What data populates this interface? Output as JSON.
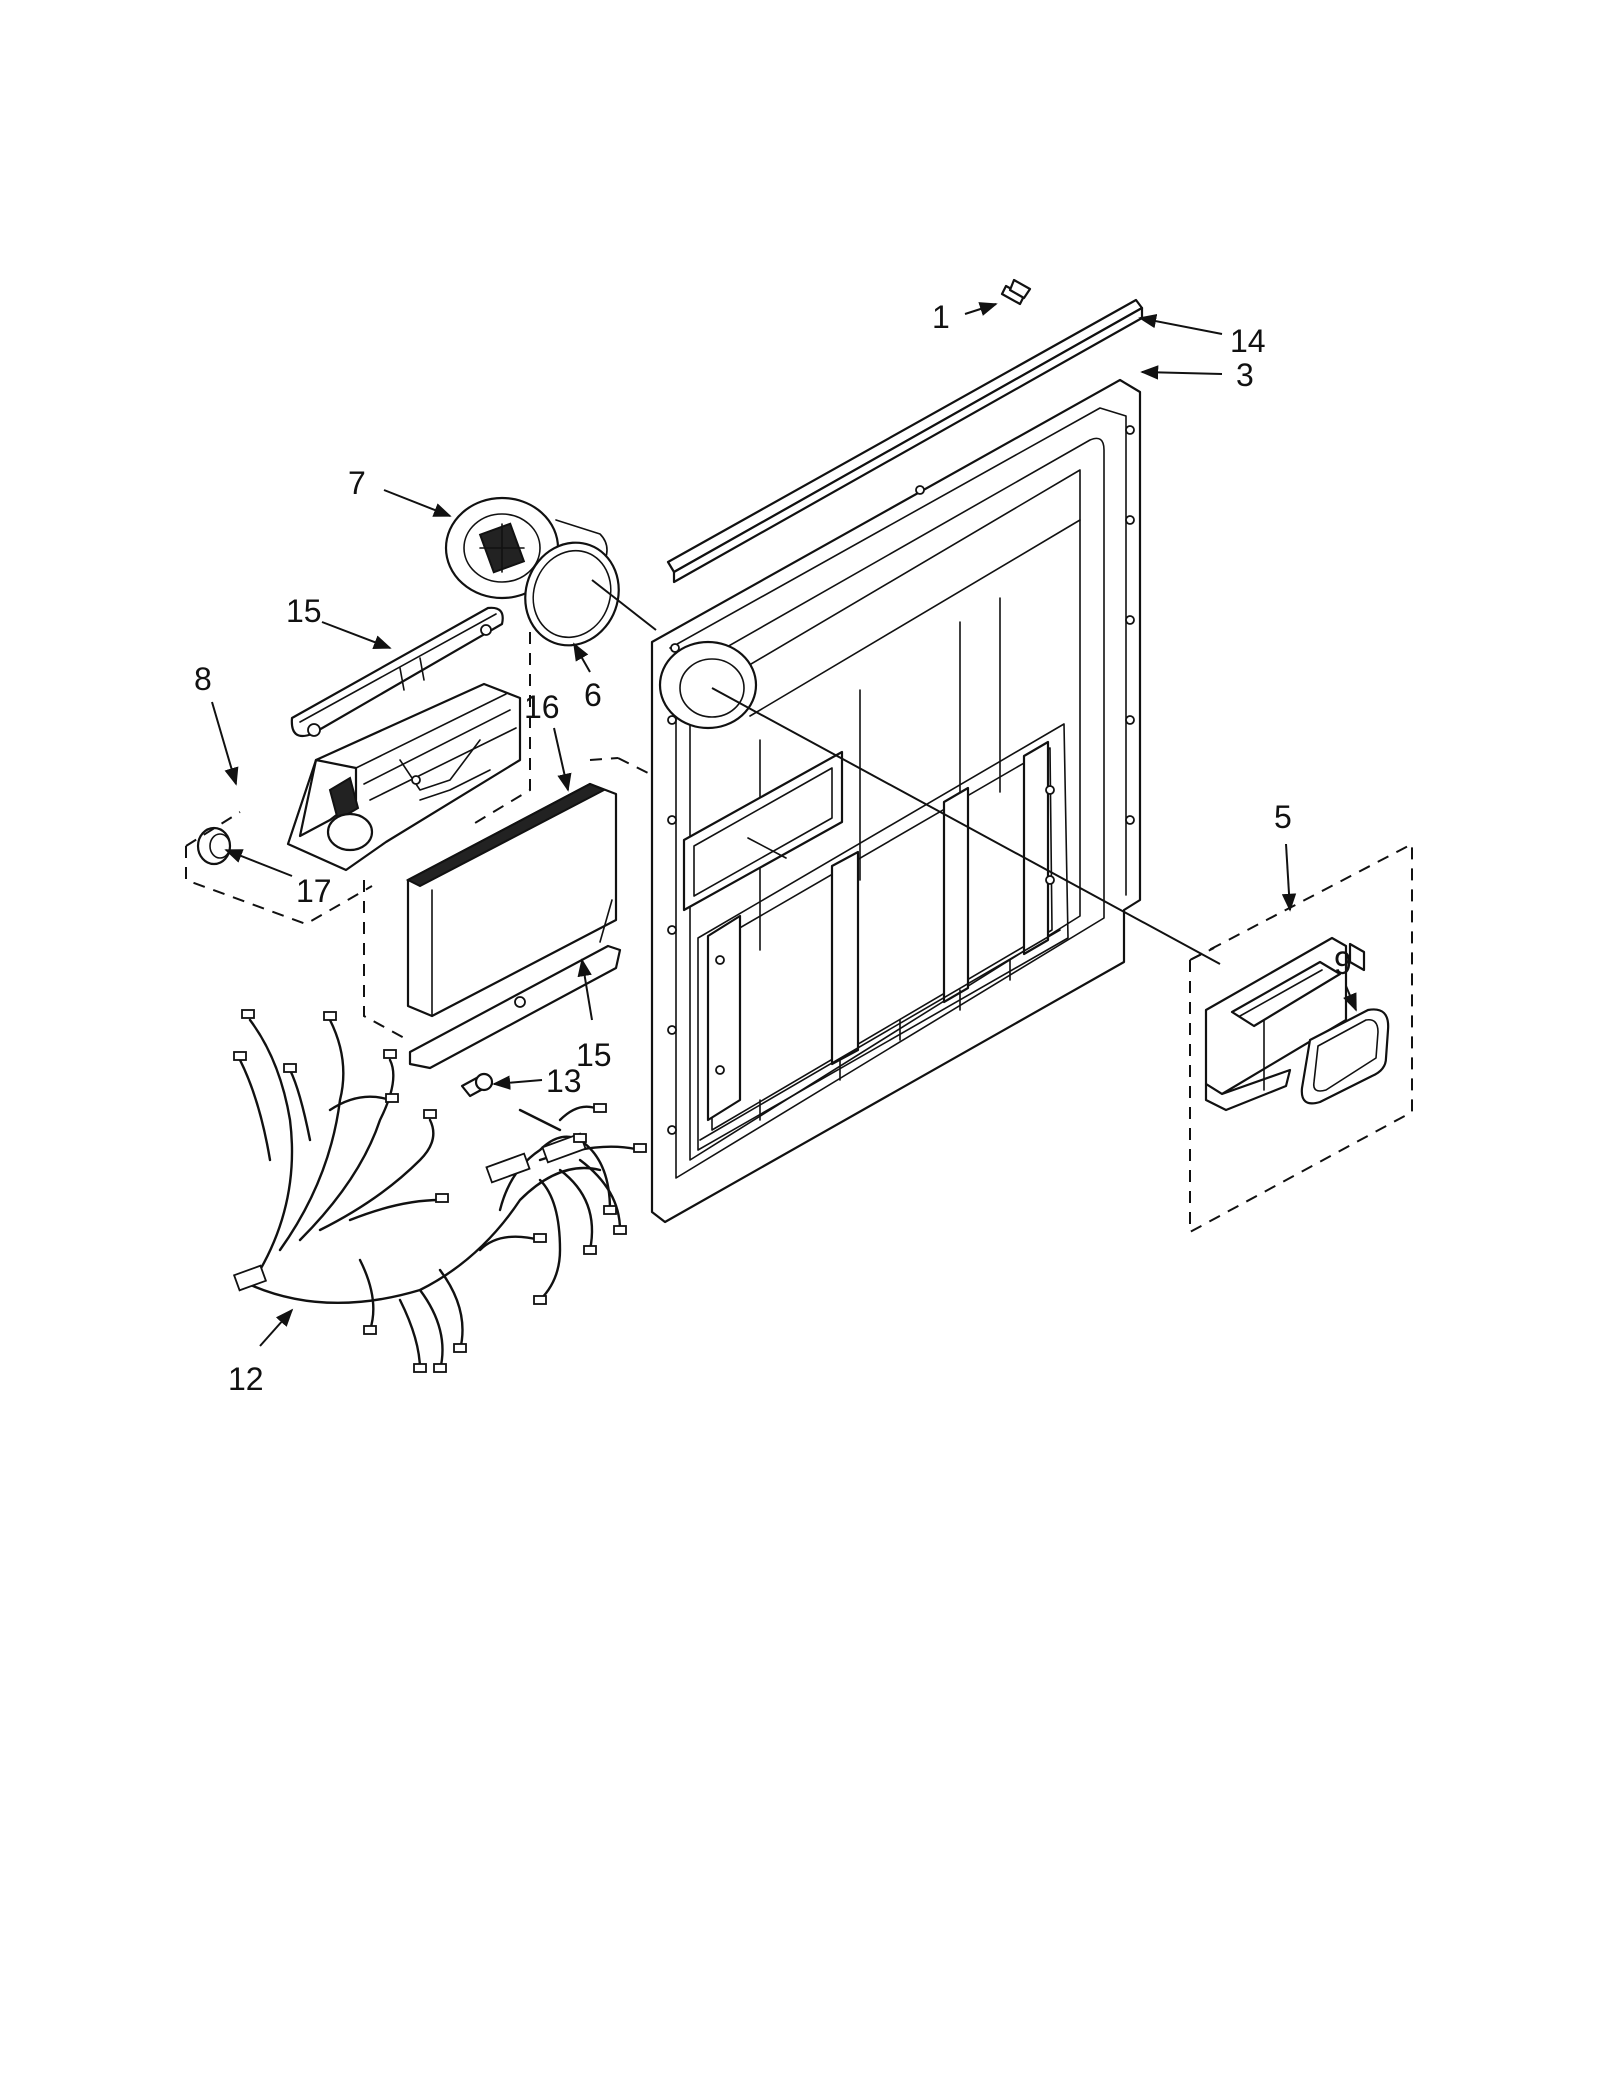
{
  "diagram": {
    "callouts": [
      {
        "id": "1",
        "label": "1"
      },
      {
        "id": "14",
        "label": "14"
      },
      {
        "id": "3",
        "label": "3"
      },
      {
        "id": "7",
        "label": "7"
      },
      {
        "id": "15a",
        "label": "15"
      },
      {
        "id": "6",
        "label": "6"
      },
      {
        "id": "8",
        "label": "8"
      },
      {
        "id": "16",
        "label": "16"
      },
      {
        "id": "17",
        "label": "17"
      },
      {
        "id": "13",
        "label": "13"
      },
      {
        "id": "15b",
        "label": "15"
      },
      {
        "id": "12",
        "label": "12"
      },
      {
        "id": "5",
        "label": "5"
      },
      {
        "id": "9",
        "label": "9"
      }
    ]
  }
}
